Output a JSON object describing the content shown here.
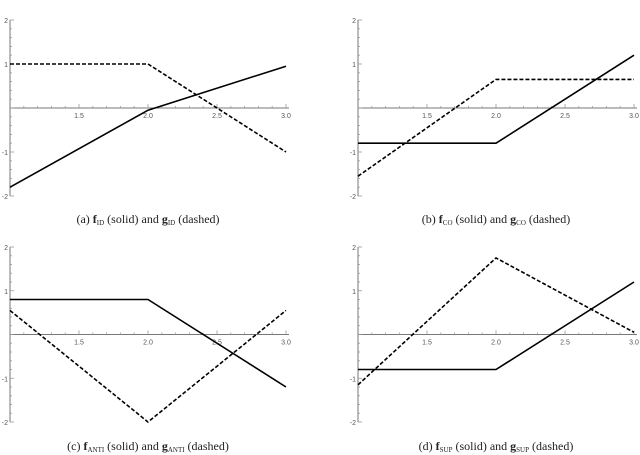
{
  "chart_data": [
    {
      "type": "line",
      "panel": "a",
      "xlim": [
        1,
        3
      ],
      "ylim": [
        -2,
        2
      ],
      "x_ticks": [
        "1.5",
        "2.0",
        "2.5",
        "3.0"
      ],
      "y_ticks": [
        "2",
        "1",
        "-1",
        "-2"
      ],
      "series": [
        {
          "style": "solid",
          "x": [
            1,
            2,
            3
          ],
          "y": [
            -1.8,
            -0.05,
            0.95
          ]
        },
        {
          "style": "dashed",
          "x": [
            1,
            2,
            3
          ],
          "y": [
            1,
            1,
            -1
          ]
        }
      ],
      "caption": {
        "label": "(a)",
        "f": "f",
        "f_sub": "ID",
        "mid": "(solid) and",
        "g": "g",
        "g_sub": "ID",
        "end": "(dashed)"
      }
    },
    {
      "type": "line",
      "panel": "b",
      "xlim": [
        1,
        3
      ],
      "ylim": [
        -2,
        2
      ],
      "x_ticks": [
        "1.5",
        "2.0",
        "2.5",
        "3.0"
      ],
      "y_ticks": [
        "2",
        "1",
        "-1",
        "-2"
      ],
      "series": [
        {
          "style": "solid",
          "x": [
            1,
            2,
            3
          ],
          "y": [
            -0.8,
            -0.8,
            1.2
          ]
        },
        {
          "style": "dashed",
          "x": [
            1,
            2,
            3
          ],
          "y": [
            -1.55,
            0.65,
            0.65
          ]
        }
      ],
      "caption": {
        "label": "(b)",
        "f": "f",
        "f_sub": "CO",
        "mid": "(solid) and",
        "g": "g",
        "g_sub": "CO",
        "end": "(dashed)"
      }
    },
    {
      "type": "line",
      "panel": "c",
      "xlim": [
        1,
        3
      ],
      "ylim": [
        -2,
        2
      ],
      "x_ticks": [
        "1.5",
        "2.0",
        "2.5",
        "3.0"
      ],
      "y_ticks": [
        "2",
        "1",
        "-1",
        "-2"
      ],
      "series": [
        {
          "style": "solid",
          "x": [
            1,
            2,
            3
          ],
          "y": [
            0.8,
            0.8,
            -1.2
          ]
        },
        {
          "style": "dashed",
          "x": [
            1,
            2,
            3
          ],
          "y": [
            0.55,
            -2,
            0.55
          ]
        }
      ],
      "caption": {
        "label": "(c)",
        "f": "f",
        "f_sub": "ANTI",
        "mid": "(solid) and",
        "g": "g",
        "g_sub": "ANTI",
        "end": "(dashed)"
      }
    },
    {
      "type": "line",
      "panel": "d",
      "xlim": [
        1,
        3
      ],
      "ylim": [
        -2,
        2
      ],
      "x_ticks": [
        "1.5",
        "2.0",
        "2.5",
        "3.0"
      ],
      "y_ticks": [
        "2",
        "1",
        "-1",
        "-2"
      ],
      "series": [
        {
          "style": "solid",
          "x": [
            1,
            2,
            3
          ],
          "y": [
            -0.8,
            -0.8,
            1.2
          ]
        },
        {
          "style": "dashed",
          "x": [
            1,
            2,
            3
          ],
          "y": [
            -1.15,
            1.75,
            0.05
          ]
        }
      ],
      "caption": {
        "label": "(d)",
        "f": "f",
        "f_sub": "SUP",
        "mid": "(solid) and",
        "g": "g",
        "g_sub": "SUP",
        "end": "(dashed)"
      }
    }
  ]
}
